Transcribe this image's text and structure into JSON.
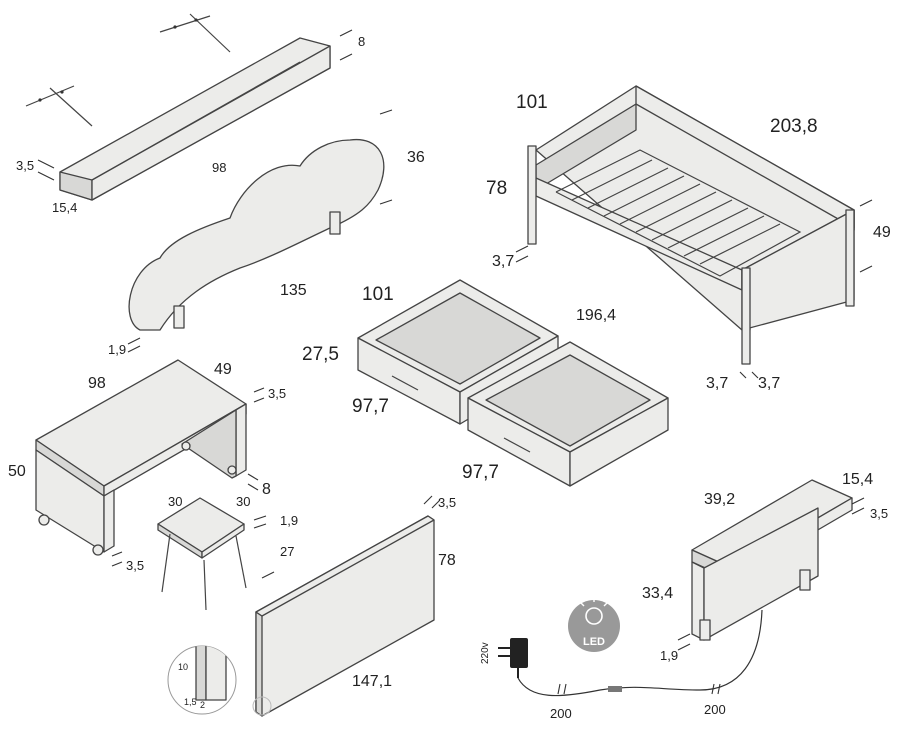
{
  "dimensions": {
    "shelf_depth": "8",
    "shelf_height": "3,5",
    "shelf_width": "98",
    "shelf_length": "15,4",
    "headboard_height": "36",
    "headboard_width": "135",
    "headboard_thickness": "1,9",
    "bed_width": "101",
    "bed_length": "203,8",
    "bed_height_head": "78",
    "bed_height_side": "49",
    "bed_leg": "3,7",
    "bed_leg_a": "3,7",
    "bed_leg_b": "3,7",
    "drawer_width": "101",
    "drawer_length": "196,4",
    "drawer_height": "27,5",
    "drawer_depth_1": "97,7",
    "drawer_depth_2": "97,7",
    "desk_width": "98",
    "desk_depth": "49",
    "desk_height": "50",
    "desk_top_thickness": "3,5",
    "desk_side": "8",
    "desk_foot": "3,5",
    "stool_w": "30",
    "stool_d": "30",
    "stool_top": "1,9",
    "stool_h": "27",
    "panel_thickness": "3,5",
    "panel_height": "78",
    "panel_width": "147,1",
    "detail_10": "10",
    "detail_15": "1,5",
    "detail_2": "2",
    "light_width": "39,2",
    "light_depth": "15,4",
    "light_thickness": "3,5",
    "light_height": "33,4",
    "light_panel_thickness": "1,9",
    "cable_1": "200",
    "cable_2": "200",
    "voltage": "220v",
    "led_label": "LED"
  },
  "icons": [
    "bracket-icon",
    "plug-icon",
    "led-bulb-icon"
  ]
}
